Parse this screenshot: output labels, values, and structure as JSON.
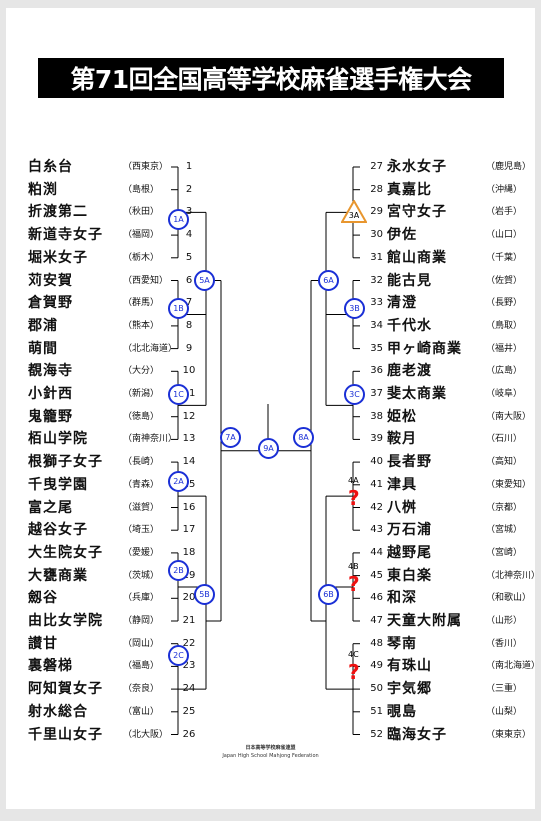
{
  "title": "第71回全国高等学校麻雀選手権大会",
  "left_teams": [
    {
      "no": "1",
      "name": "白糸台",
      "pref": "（西東京）"
    },
    {
      "no": "2",
      "name": "粕渕",
      "pref": "（島根）"
    },
    {
      "no": "3",
      "name": "折渡第二",
      "pref": "（秋田）"
    },
    {
      "no": "4",
      "name": "新道寺女子",
      "pref": "（福岡）"
    },
    {
      "no": "5",
      "name": "堀米女子",
      "pref": "（栃木）"
    },
    {
      "no": "6",
      "name": "苅安賀",
      "pref": "（西愛知）"
    },
    {
      "no": "7",
      "name": "倉賀野",
      "pref": "（群馬）"
    },
    {
      "no": "8",
      "name": "郡浦",
      "pref": "（熊本）"
    },
    {
      "no": "9",
      "name": "萌間",
      "pref": "（北北海道）"
    },
    {
      "no": "10",
      "name": "覩海寺",
      "pref": "（大分）"
    },
    {
      "no": "11",
      "name": "小針西",
      "pref": "（新潟）"
    },
    {
      "no": "12",
      "name": "鬼籠野",
      "pref": "（徳島）"
    },
    {
      "no": "13",
      "name": "栢山学院",
      "pref": "（南神奈川）"
    },
    {
      "no": "14",
      "name": "根獅子女子",
      "pref": "（長崎）"
    },
    {
      "no": "15",
      "name": "千曳学園",
      "pref": "（青森）"
    },
    {
      "no": "16",
      "name": "富之尾",
      "pref": "（滋賀）"
    },
    {
      "no": "17",
      "name": "越谷女子",
      "pref": "（埼玉）"
    },
    {
      "no": "18",
      "name": "大生院女子",
      "pref": "（愛媛）"
    },
    {
      "no": "19",
      "name": "大甕商業",
      "pref": "（茨城）"
    },
    {
      "no": "20",
      "name": "劔谷",
      "pref": "（兵庫）"
    },
    {
      "no": "21",
      "name": "由比女学院",
      "pref": "（静岡）"
    },
    {
      "no": "22",
      "name": "讃甘",
      "pref": "（岡山）"
    },
    {
      "no": "23",
      "name": "裏磐梯",
      "pref": "（福島）"
    },
    {
      "no": "24",
      "name": "阿知賀女子",
      "pref": "（奈良）"
    },
    {
      "no": "25",
      "name": "射水総合",
      "pref": "（富山）"
    },
    {
      "no": "26",
      "name": "千里山女子",
      "pref": "（北大阪）"
    }
  ],
  "right_teams": [
    {
      "no": "27",
      "name": "永水女子",
      "pref": "（鹿児島）"
    },
    {
      "no": "28",
      "name": "真嘉比",
      "pref": "（沖縄）"
    },
    {
      "no": "29",
      "name": "宮守女子",
      "pref": "（岩手）"
    },
    {
      "no": "30",
      "name": "伊佐",
      "pref": "（山口）"
    },
    {
      "no": "31",
      "name": "館山商業",
      "pref": "（千葉）"
    },
    {
      "no": "32",
      "name": "能古見",
      "pref": "（佐賀）"
    },
    {
      "no": "33",
      "name": "清澄",
      "pref": "（長野）"
    },
    {
      "no": "34",
      "name": "千代水",
      "pref": "（鳥取）"
    },
    {
      "no": "35",
      "name": "甲ヶ崎商業",
      "pref": "（福井）"
    },
    {
      "no": "36",
      "name": "鹿老渡",
      "pref": "（広島）"
    },
    {
      "no": "37",
      "name": "斐太商業",
      "pref": "（岐阜）"
    },
    {
      "no": "38",
      "name": "姫松",
      "pref": "（南大阪）"
    },
    {
      "no": "39",
      "name": "鞍月",
      "pref": "（石川）"
    },
    {
      "no": "40",
      "name": "長者野",
      "pref": "（高知）"
    },
    {
      "no": "41",
      "name": "津具",
      "pref": "（東愛知）"
    },
    {
      "no": "42",
      "name": "八桝",
      "pref": "（京都）"
    },
    {
      "no": "43",
      "name": "万石浦",
      "pref": "（宮城）"
    },
    {
      "no": "44",
      "name": "越野尾",
      "pref": "（宮崎）"
    },
    {
      "no": "45",
      "name": "東白楽",
      "pref": "（北神奈川）"
    },
    {
      "no": "46",
      "name": "和深",
      "pref": "（和歌山）"
    },
    {
      "no": "47",
      "name": "天童大附属",
      "pref": "（山形）"
    },
    {
      "no": "48",
      "name": "琴南",
      "pref": "（香川）"
    },
    {
      "no": "49",
      "name": "有珠山",
      "pref": "（南北海道）"
    },
    {
      "no": "50",
      "name": "宇気郷",
      "pref": "（三重）"
    },
    {
      "no": "51",
      "name": "覗島",
      "pref": "（山梨）"
    },
    {
      "no": "52",
      "name": "臨海女子",
      "pref": "（東東京）"
    }
  ],
  "circle_labels": {
    "c1a": "1A",
    "c1b": "1B",
    "c1c": "1C",
    "c2a": "2A",
    "c2b": "2B",
    "c2c": "2C",
    "c3b": "3B",
    "c3c": "3C",
    "c5a": "5A",
    "c5b": "5B",
    "c6a": "6A",
    "c6b": "6B",
    "c7a": "7A",
    "c8a": "8A",
    "c9a": "9A"
  },
  "triangle_label": "3A",
  "question_blocks": {
    "q4a": {
      "label": "4A",
      "mark": "?"
    },
    "q4b": {
      "label": "4B",
      "mark": "?"
    },
    "q4c": {
      "label": "4C",
      "mark": "?"
    }
  },
  "footer": {
    "org_ja": "日本高等学校麻雀連盟",
    "org_en": "Japan High School Mahjong Federation"
  },
  "colors": {
    "circle": "#1a2fd6",
    "triangle": "#e8962e",
    "question": "#e11111"
  }
}
